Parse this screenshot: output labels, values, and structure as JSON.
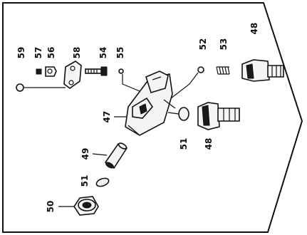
{
  "labels": {
    "p59": "59",
    "p57": "57",
    "p56": "56",
    "p58": "58",
    "p54": "54",
    "p55": "55",
    "p52": "52",
    "p53": "53",
    "p48_top": "48",
    "p47": "47",
    "p49": "49",
    "p51_left": "51",
    "p51_right": "51",
    "p48_bottom": "48",
    "p50": "50"
  }
}
